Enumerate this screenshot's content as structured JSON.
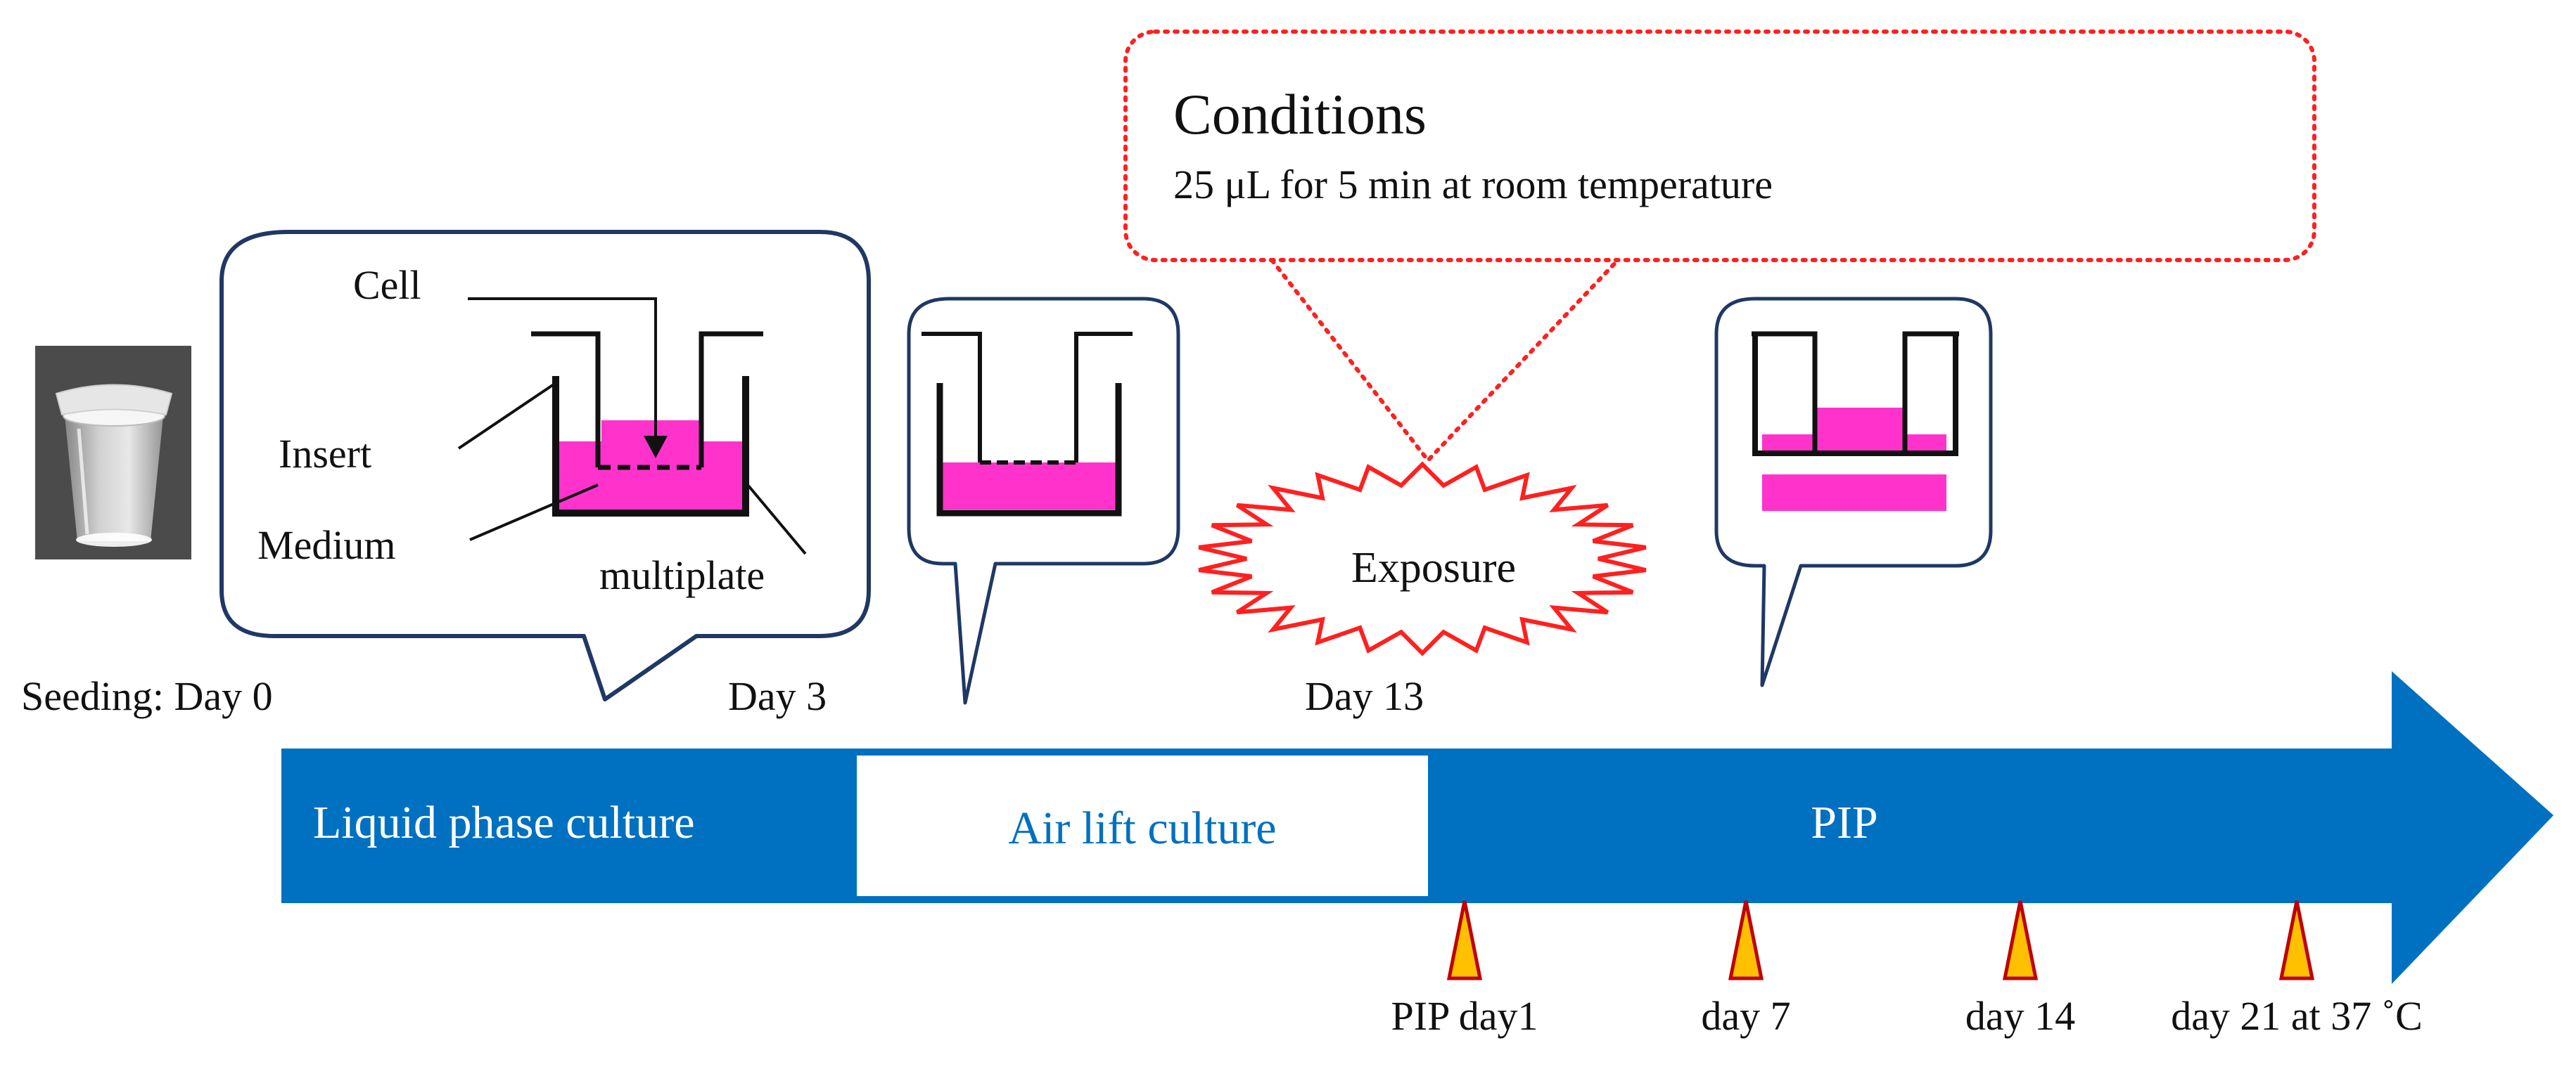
{
  "conditions": {
    "title": "Conditions",
    "detail": "25 μL for 5 min at room temperature"
  },
  "diagram_labels": {
    "cell": "Cell",
    "insert": "Insert",
    "medium": "Medium",
    "multiplate": "multiplate"
  },
  "exposure": "Exposure",
  "timepoints": {
    "seeding": "Seeding: Day 0",
    "day3": "Day 3",
    "day13": "Day 13"
  },
  "phases": {
    "liquid": "Liquid phase culture",
    "airlift": "Air lift culture",
    "pip": "PIP"
  },
  "markers": [
    "PIP day1",
    "day 7",
    "day 14",
    "day 21 at 37 ˚C"
  ],
  "colors": {
    "timeline_blue": "#0070C0",
    "medium_magenta": "#FF33CC",
    "burst_red": "#FF2020",
    "marker_fill": "#FFC000",
    "marker_stroke": "#C00000",
    "callout_border": "#1F3864"
  },
  "icons": {
    "photo": "transwell-insert-photo"
  }
}
